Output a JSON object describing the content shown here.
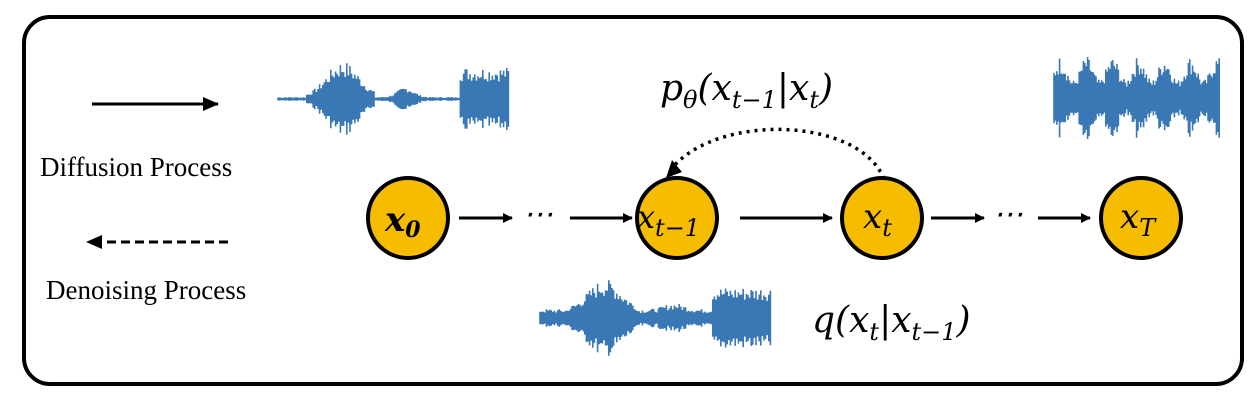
{
  "legend": {
    "diffusion_label": "Diffusion Process",
    "denoising_label": "Denoising Process"
  },
  "nodes": [
    {
      "base": "x",
      "sub": "0"
    },
    {
      "base": "x",
      "sub": "t−1"
    },
    {
      "base": "x",
      "sub": "t"
    },
    {
      "base": "x",
      "sub": "T"
    }
  ],
  "dots": "⋯",
  "reverse_label": {
    "p": "p",
    "theta": "θ",
    "args": "(x",
    "sub1": "t−1",
    "bar": "|x",
    "sub2": "t",
    "close": ")"
  },
  "forward_label": {
    "q": "q(x",
    "sub1": "t",
    "bar": "|x",
    "sub2": "t−1",
    "close": ")"
  },
  "colors": {
    "node_fill": "#F5BC00",
    "node_stroke": "#000000",
    "waveform": "#3A78B5"
  },
  "icons": {
    "clean_audio": "waveform-clean",
    "noisy_audio": "waveform-noise",
    "partial_audio": "waveform-partial"
  }
}
